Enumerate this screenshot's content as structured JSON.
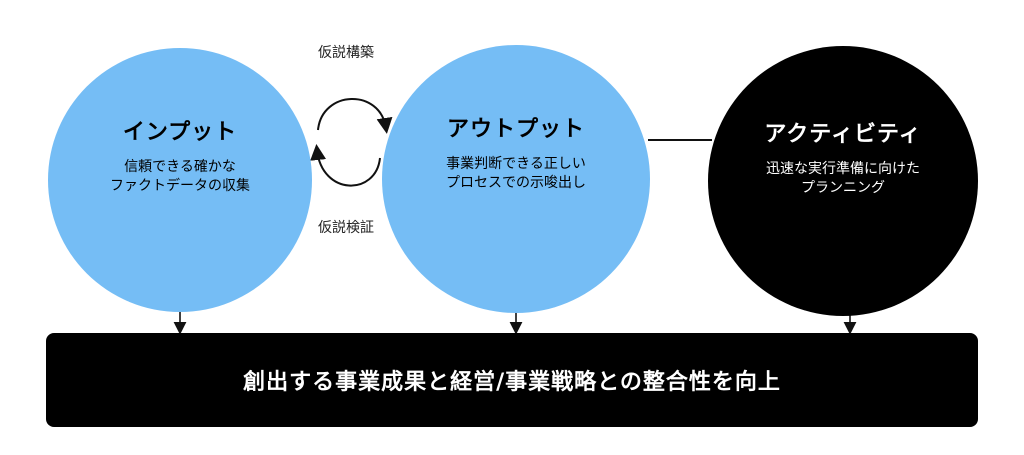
{
  "diagram": {
    "cycle_labels": {
      "top": "仮説構築",
      "bottom": "仮説検証"
    },
    "circles": {
      "input": {
        "title": "インプット",
        "desc_line1": "信頼できる確かな",
        "desc_line2": "ファクトデータの収集",
        "color": "#75bdf5"
      },
      "output": {
        "title": "アウトプット",
        "desc_line1": "事業判断できる正しい",
        "desc_line2": "プロセスでの示唆出し",
        "color": "#75bdf5"
      },
      "activity": {
        "title": "アクティビティ",
        "desc_line1": "迅速な実行準備に向けた",
        "desc_line2": "プランニング",
        "color": "#000000"
      }
    },
    "banner": {
      "text": "創出する事業成果と経営/事業戦略との整合性を向上",
      "color": "#000000"
    }
  }
}
